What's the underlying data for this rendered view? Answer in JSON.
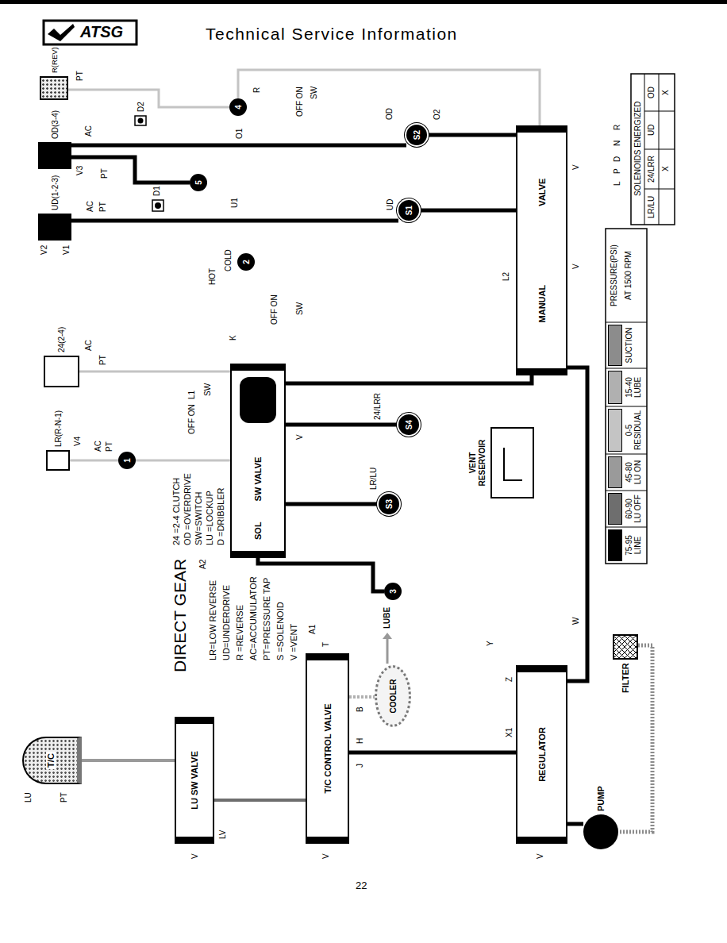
{
  "diagram": {
    "title": "DIRECT GEAR",
    "nodes": [
      {
        "text": [
          "R(REV)"
        ]
      },
      {
        "text": [
          "OD(3-4)"
        ]
      },
      {
        "text": [
          "UD(1-2-3)"
        ]
      },
      {
        "text": [
          "24(2-4)"
        ]
      },
      {
        "text": [
          "LR(R-N-1)"
        ]
      },
      {
        "text": [
          "T/C"
        ]
      },
      {
        "text": [
          "LU SW VALVE"
        ]
      },
      {
        "text": [
          "T/C CONTROL VALVE"
        ]
      },
      {
        "text": [
          "COOLER"
        ]
      },
      {
        "text": [
          "REGULATOR"
        ]
      },
      {
        "text": [
          "PUMP"
        ]
      },
      {
        "text": [
          "FILTER"
        ]
      },
      {
        "text": [
          "SOL",
          "SW VALVE"
        ]
      },
      {
        "text": [
          "MANUAL",
          "VALVE"
        ]
      },
      {
        "text": [
          "VENT RESERVOIR"
        ]
      },
      {
        "text": [
          "S1"
        ]
      },
      {
        "text": [
          "S2"
        ]
      },
      {
        "text": [
          "S3"
        ]
      },
      {
        "text": [
          "S4"
        ]
      },
      {
        "text": [
          "1"
        ]
      },
      {
        "text": [
          "2"
        ]
      },
      {
        "text": [
          "3"
        ]
      },
      {
        "text": [
          "4"
        ]
      },
      {
        "text": [
          "5"
        ]
      }
    ],
    "edges": [
      {
        "from": 11,
        "to": 10,
        "arrow": "none"
      },
      {
        "from": 10,
        "to": 9,
        "arrow": "none"
      },
      {
        "from": 9,
        "to": 13,
        "arrow": "none"
      },
      {
        "from": 9,
        "to": 7,
        "arrow": "none"
      },
      {
        "from": 7,
        "to": 8,
        "arrow": "none"
      },
      {
        "from": 7,
        "to": 6,
        "arrow": "none"
      },
      {
        "from": 6,
        "to": 5,
        "arrow": "none"
      },
      {
        "from": 13,
        "to": 15,
        "arrow": "none"
      },
      {
        "from": 13,
        "to": 16,
        "arrow": "none"
      },
      {
        "from": 15,
        "to": 2,
        "arrow": "none"
      },
      {
        "from": 16,
        "to": 1,
        "arrow": "none"
      },
      {
        "from": 12,
        "to": 19,
        "arrow": "none"
      },
      {
        "from": 19,
        "to": 4,
        "arrow": "none"
      },
      {
        "from": 12,
        "to": 3,
        "arrow": "none"
      },
      {
        "from": 17,
        "to": 12,
        "arrow": "none"
      },
      {
        "from": 18,
        "to": 12,
        "arrow": "none"
      },
      {
        "from": 21,
        "to": 12,
        "arrow": "none"
      },
      {
        "from": 13,
        "to": 22,
        "arrow": "none"
      },
      {
        "from": 22,
        "to": 0,
        "arrow": "none"
      },
      {
        "from": 23,
        "to": 1,
        "arrow": "none"
      },
      {
        "from": 13,
        "to": 12,
        "arrow": "none"
      }
    ],
    "labels": [
      "ATSG",
      "Technical Service Information",
      "LR=LOW REVERSE",
      "UD=UNDERDRIVE",
      "R =REVERSE",
      "AC=ACCUMULATOR",
      "PT=PRESSURE TAP",
      "S =SOLENOID",
      "V =VENT",
      "24 =2-4 CLUTCH",
      "OD =OVERDRIVE",
      "SW=SWITCH",
      "LU =LOCKUP",
      "D =DRIBBLER",
      "PT",
      "D2",
      "R",
      "AC",
      "PT",
      "V3",
      "D1",
      "O1",
      "OFF ON",
      "SW",
      "OD",
      "O2",
      "V2",
      "AC",
      "PT",
      "V1",
      "U1",
      "UD",
      "HOT",
      "COLD",
      "L2",
      "V",
      "V",
      "R",
      "N",
      "D",
      "P",
      "L",
      "K",
      "OFF ON",
      "SW",
      "AC",
      "PT",
      "24/LRR",
      "V4",
      "AC",
      "PT",
      "LR/LU",
      "OFF ON",
      "SW",
      "L1",
      "V",
      "A2",
      "A1",
      "T",
      "B",
      "H",
      "J",
      "LUBE",
      "W",
      "Y",
      "Z",
      "X1",
      "LU",
      "PT",
      "LV",
      "V",
      "V",
      "V",
      "PRESSURE(PSI)",
      "AT 1500 RPM",
      "SOLENOIDS ENERGIZED",
      "LR/LU",
      "24/LRR",
      "UD",
      "OD",
      "X",
      "X",
      "22"
    ],
    "legend": [
      {
        "text": "75-95 LINE",
        "color": "#000000"
      },
      {
        "text": "60-90 LU OFF",
        "color": "#6e6e6e"
      },
      {
        "text": "45-80 LU ON",
        "color": "#9a9a9a"
      },
      {
        "text": "0-5 RESIDUAL",
        "color": "#c4c4c4"
      },
      {
        "text": "15-40 LUBE",
        "color": "#b0b0b0"
      },
      {
        "text": "SUCTION",
        "color": "#8c8c8c"
      }
    ]
  }
}
